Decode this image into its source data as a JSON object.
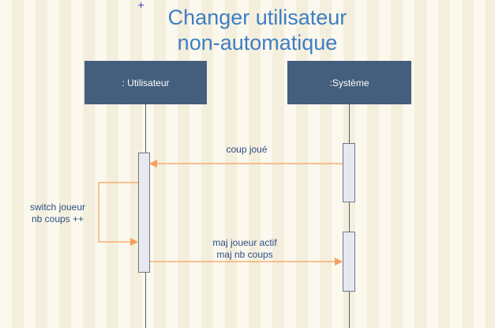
{
  "diagram": {
    "title_line1": "Changer utilisateur",
    "title_line2": "non-automatique",
    "lifelines": [
      {
        "label": ": Utilisateur"
      },
      {
        "label": ":Système"
      }
    ],
    "messages": {
      "coup_joue": "coup joué",
      "self_line1": "switch joueur",
      "self_line2": "nb coups ++",
      "maj_line1": "maj joueur actif",
      "maj_line2": "maj nb coups"
    },
    "colors": {
      "title": "#3f7ec3",
      "lifeline_box": "#445e7d",
      "message_arrow": "#f5a05a",
      "label_text": "#2e4f86"
    }
  }
}
